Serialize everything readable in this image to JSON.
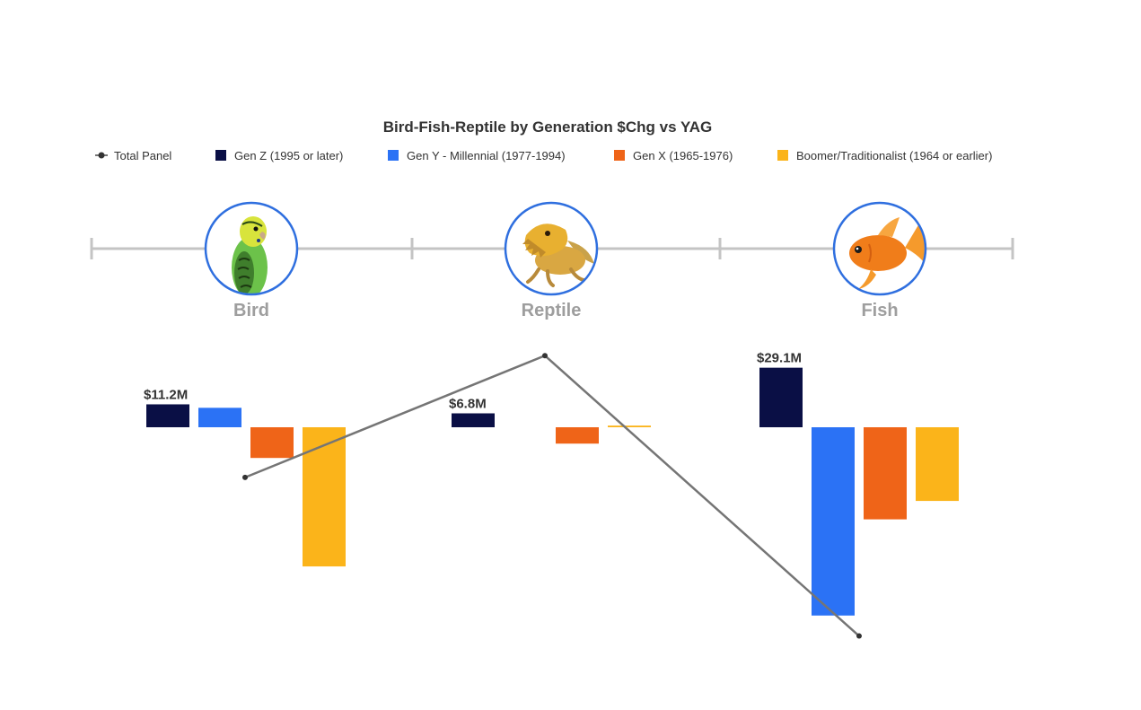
{
  "chart_data": {
    "type": "bar",
    "title": "Bird-Fish-Reptile by Generation $Chg vs YAG",
    "categories": [
      "Bird",
      "Reptile",
      "Fish"
    ],
    "category_images": [
      "parakeet-icon",
      "bearded-dragon-icon",
      "goldfish-icon"
    ],
    "series": [
      {
        "name": "Gen Z (1995 or later)",
        "color": "#0a0f45",
        "values": [
          11.2,
          6.8,
          29.1
        ],
        "labels": [
          "$11.2M",
          "$6.8M",
          "$29.1M"
        ]
      },
      {
        "name": "Gen Y - Millennial (1977-1994)",
        "color": "#2b72f5",
        "values": [
          9.5,
          0,
          -92.0
        ],
        "labels": [
          "",
          "",
          ""
        ]
      },
      {
        "name": "Gen X (1965-1976)",
        "color": "#ef6418",
        "values": [
          -15.0,
          -8.0,
          -45.0
        ],
        "labels": [
          "",
          "",
          ""
        ]
      },
      {
        "name": "Boomer/Traditionalist (1964 or earlier)",
        "color": "#fbb41a",
        "values": [
          -68.0,
          0.8,
          -36.0
        ],
        "labels": [
          "",
          "",
          ""
        ]
      }
    ],
    "line": {
      "name": "Total Panel",
      "color": "#757575",
      "values": [
        -24.5,
        35.0,
        -102.0
      ]
    },
    "ylim": [
      -130,
      45
    ],
    "legend_position": "top",
    "grid": false
  }
}
